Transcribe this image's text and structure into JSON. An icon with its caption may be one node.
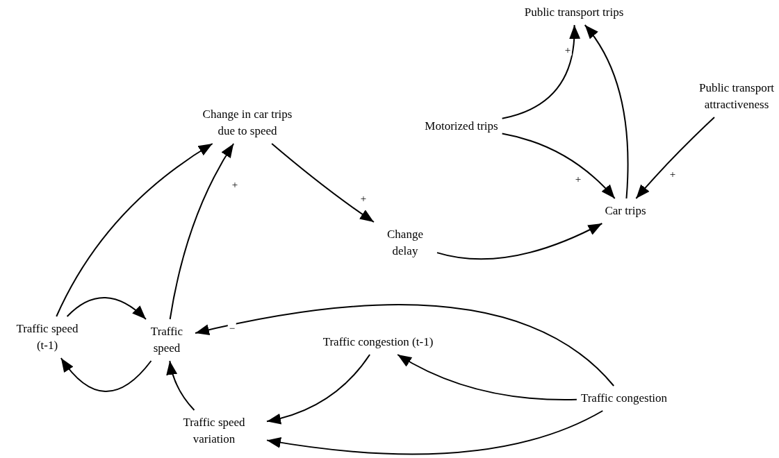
{
  "diagram": {
    "nodes": [
      {
        "text": [
          "Public transport trips"
        ]
      },
      {
        "text": [
          "Public transport attractiveness"
        ]
      },
      {
        "text": [
          "Motorized trips"
        ]
      },
      {
        "text": [
          "Change in car trips due to speed"
        ]
      },
      {
        "text": [
          "Car trips"
        ]
      },
      {
        "text": [
          "Change delay"
        ]
      },
      {
        "text": [
          "Traffic speed (t-1)"
        ]
      },
      {
        "text": [
          "Traffic speed"
        ]
      },
      {
        "text": [
          "Traffic congestion (t-1)"
        ]
      },
      {
        "text": [
          "Traffic congestion"
        ]
      },
      {
        "text": [
          "Traffic speed variation"
        ]
      }
    ],
    "edges": [
      {
        "from": 2,
        "to": 0,
        "arrow": "to",
        "label": "+"
      },
      {
        "from": 4,
        "to": 0,
        "arrow": "to"
      },
      {
        "from": 2,
        "to": 4,
        "arrow": "to",
        "label": "+"
      },
      {
        "from": 1,
        "to": 4,
        "arrow": "to",
        "label": "+"
      },
      {
        "from": 3,
        "to": 5,
        "arrow": "to",
        "label": "+"
      },
      {
        "from": 5,
        "to": 4,
        "arrow": "to"
      },
      {
        "from": 6,
        "to": 3,
        "arrow": "to"
      },
      {
        "from": 7,
        "to": 3,
        "arrow": "to",
        "label": "+"
      },
      {
        "from": 6,
        "to": 7,
        "arrow": "to"
      },
      {
        "from": 7,
        "to": 6,
        "arrow": "to"
      },
      {
        "from": 9,
        "to": 7,
        "arrow": "to",
        "label": "−"
      },
      {
        "from": 9,
        "to": 8,
        "arrow": "to"
      },
      {
        "from": 8,
        "to": 10,
        "arrow": "to"
      },
      {
        "from": 10,
        "to": 7,
        "arrow": "to"
      },
      {
        "from": 9,
        "to": 10,
        "arrow": "to"
      }
    ]
  }
}
